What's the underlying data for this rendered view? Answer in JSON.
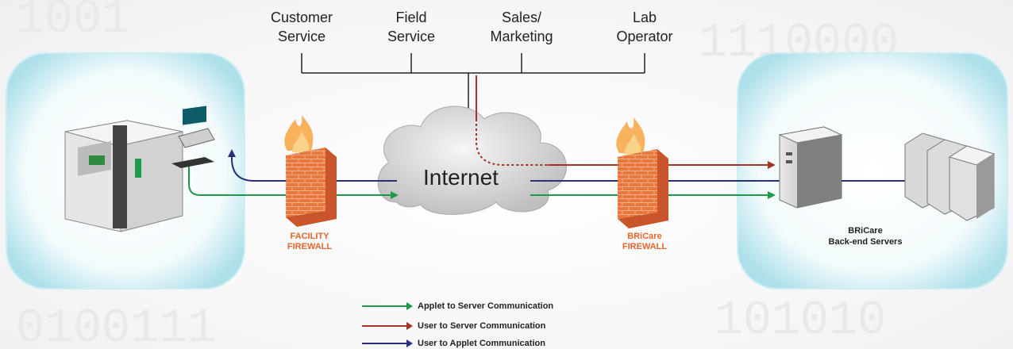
{
  "users": [
    "Customer\nService",
    "Field\nService",
    "Sales/\nMarketing",
    "Lab\nOperator"
  ],
  "network": {
    "internet_label": "Internet"
  },
  "firewalls": {
    "facility": "FACILITY\nFIREWALL",
    "bricare": "BRiCare\nFIREWALL"
  },
  "servers": {
    "label": "BRiCare\nBack-end Servers"
  },
  "legend": [
    {
      "label": "Applet to Server Communication",
      "color": "#1e9a4a"
    },
    {
      "label": "User to Server Communication",
      "color": "#a3332a"
    },
    {
      "label": "User to Applet Communication",
      "color": "#2b2f7e"
    }
  ],
  "colors": {
    "applet_server": "#1e9a4a",
    "user_server": "#a3332a",
    "user_applet": "#2b2f7e",
    "firewall_text": "#e8652a",
    "panel": "#bfe6ee"
  }
}
